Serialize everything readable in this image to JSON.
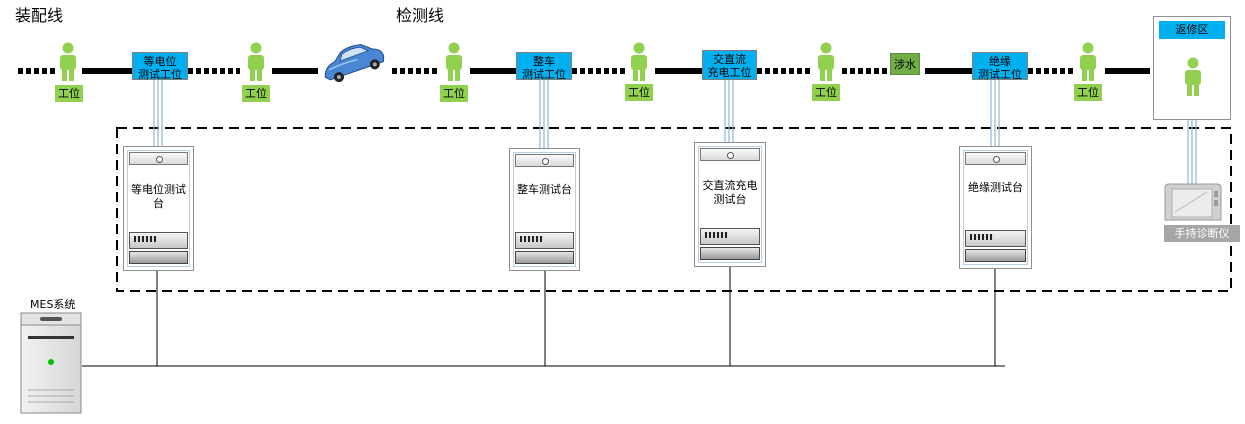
{
  "assembly_line": {
    "title": "装配线"
  },
  "inspection_line": {
    "title": "检测线"
  },
  "worker_label": "工位",
  "stations": {
    "equipotential": {
      "line1": "等电位",
      "line2": "测试工位"
    },
    "vehicle": {
      "line1": "整车",
      "line2": "测试工位"
    },
    "acdc": {
      "line1": "交直流",
      "line2": "充电工位"
    },
    "insulation": {
      "line1": "绝缘",
      "line2": "测试工位"
    }
  },
  "wading": {
    "label": "涉水"
  },
  "repair_area": {
    "title": "返修区"
  },
  "cabinets": {
    "equipotential": {
      "line1": "等电位测试",
      "line2": "台"
    },
    "vehicle": {
      "line1": "整车测试台",
      "line2": ""
    },
    "acdc": {
      "line1": "交直流充电",
      "line2": "测试台"
    },
    "insulation": {
      "line1": "绝缘测试台",
      "line2": ""
    }
  },
  "handheld": {
    "label": "手持诊断仪"
  },
  "mes": {
    "label": "MES系统"
  },
  "colors": {
    "station_blue": "#00b0f0",
    "worker_green": "#92d050",
    "wading_green": "#70ad47",
    "handheld_gray": "#a6a6a6",
    "led_green": "#00c000"
  },
  "icons": {
    "worker": "person-icon",
    "car": "car-icon",
    "server": "server-icon",
    "handheld": "handheld-diagnostic-icon"
  }
}
